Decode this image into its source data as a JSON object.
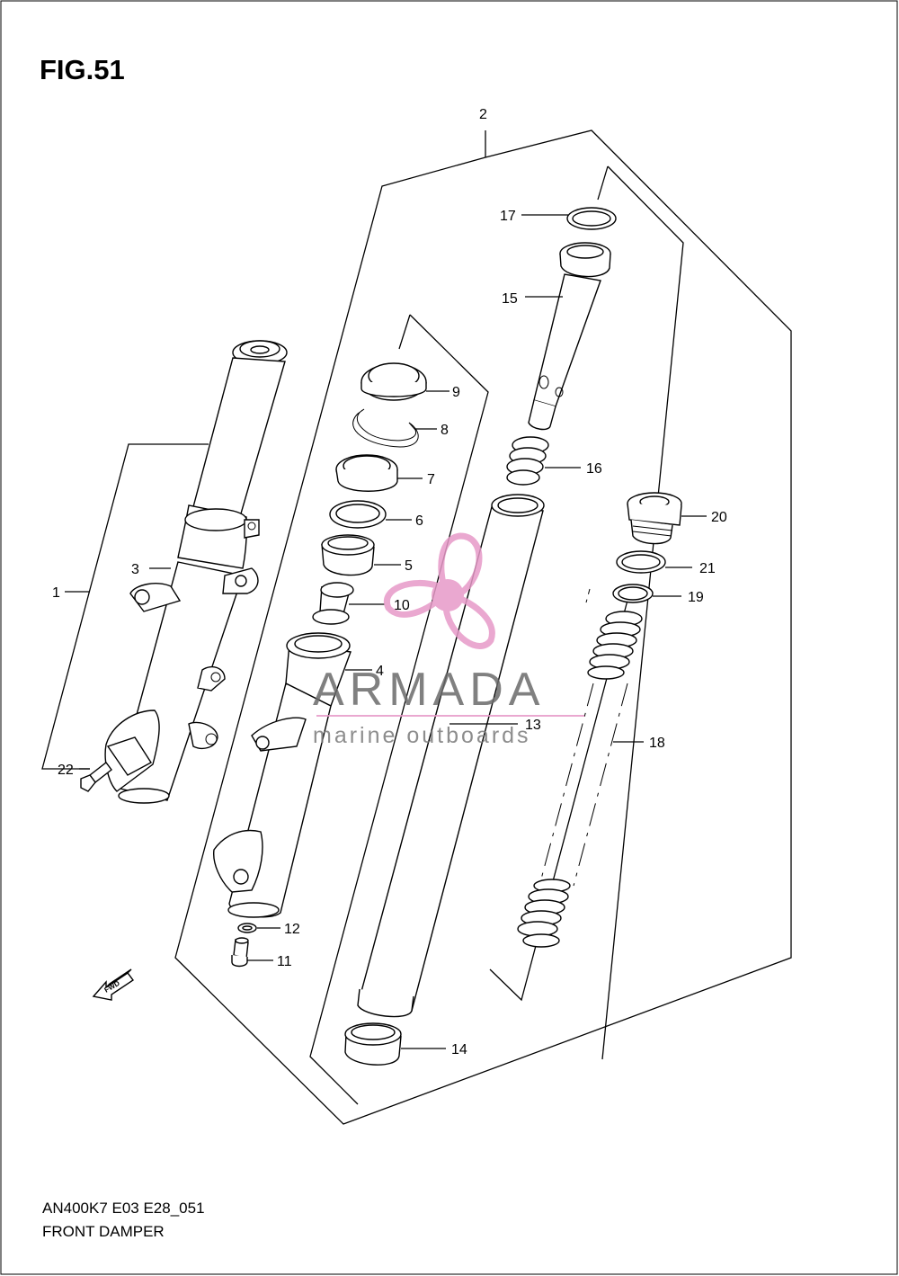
{
  "figure": {
    "title": "FIG.51"
  },
  "caption": {
    "model": "AN400K7 E03 E28_051",
    "name": "FRONT DAMPER"
  },
  "callouts": {
    "c1": "1",
    "c2": "2",
    "c3": "3",
    "c4": "4",
    "c5": "5",
    "c6": "6",
    "c7": "7",
    "c8": "8",
    "c9": "9",
    "c10": "10",
    "c11": "11",
    "c12": "12",
    "c13": "13",
    "c14": "14",
    "c15": "15",
    "c16": "16",
    "c17": "17",
    "c18": "18",
    "c19": "19",
    "c20": "20",
    "c21": "21",
    "c22": "22"
  },
  "fwd_label": "FWD",
  "watermark": {
    "brand": "ARMADA",
    "tagline": "marine outboards",
    "color": "#e79ac8"
  }
}
